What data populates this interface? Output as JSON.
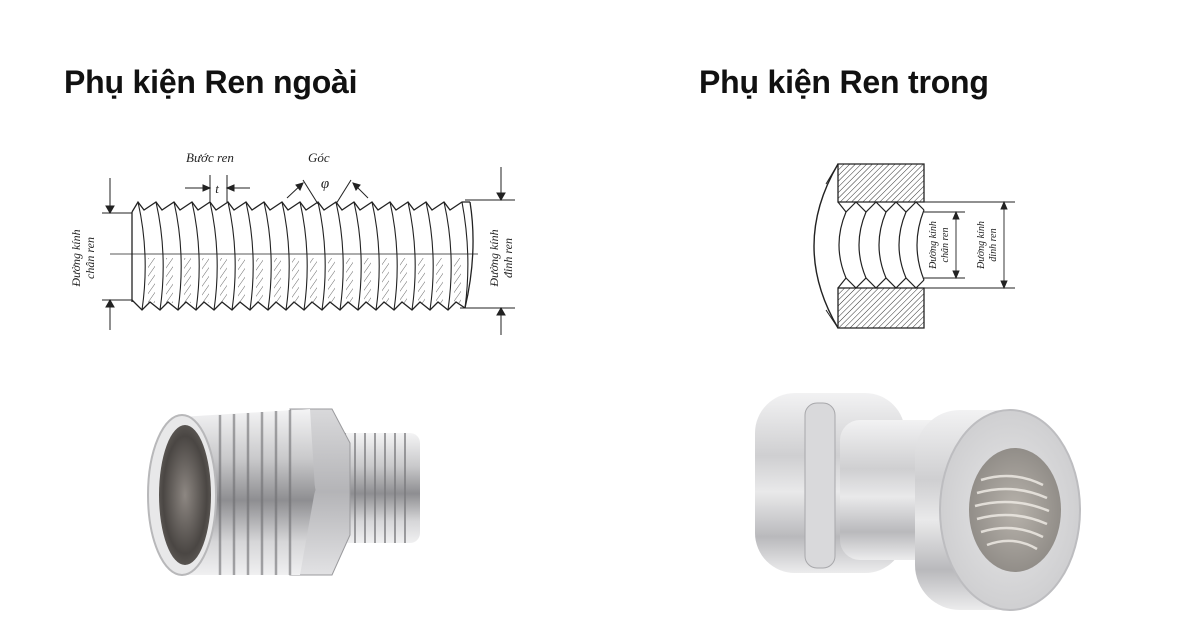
{
  "left_panel": {
    "title": "Phụ kiện Ren ngoài",
    "diagram": {
      "labels": {
        "pitch": "Bước ren",
        "pitch_symbol": "t",
        "angle": "Góc",
        "angle_symbol": "φ",
        "root_diameter_line1": "Đường kính",
        "root_diameter_line2": "chân ren",
        "crest_diameter_line1": "Đường kính",
        "crest_diameter_line2": "đỉnh ren"
      }
    },
    "photo_alt": "male-thread-hex-nipple-fitting"
  },
  "right_panel": {
    "title": "Phụ kiện Ren trong",
    "diagram": {
      "labels": {
        "root_diameter_line1": "Đường kính",
        "root_diameter_line2": "chân ren",
        "crest_diameter_line1": "Đường kính",
        "crest_diameter_line2": "đỉnh ren"
      }
    },
    "photo_alt": "female-thread-spigot-adapter"
  },
  "colors": {
    "background": "#ffffff",
    "title": "#111111",
    "line": "#222222",
    "metal_light": "#e9e9ea",
    "metal_dark": "#8a8a8c"
  }
}
